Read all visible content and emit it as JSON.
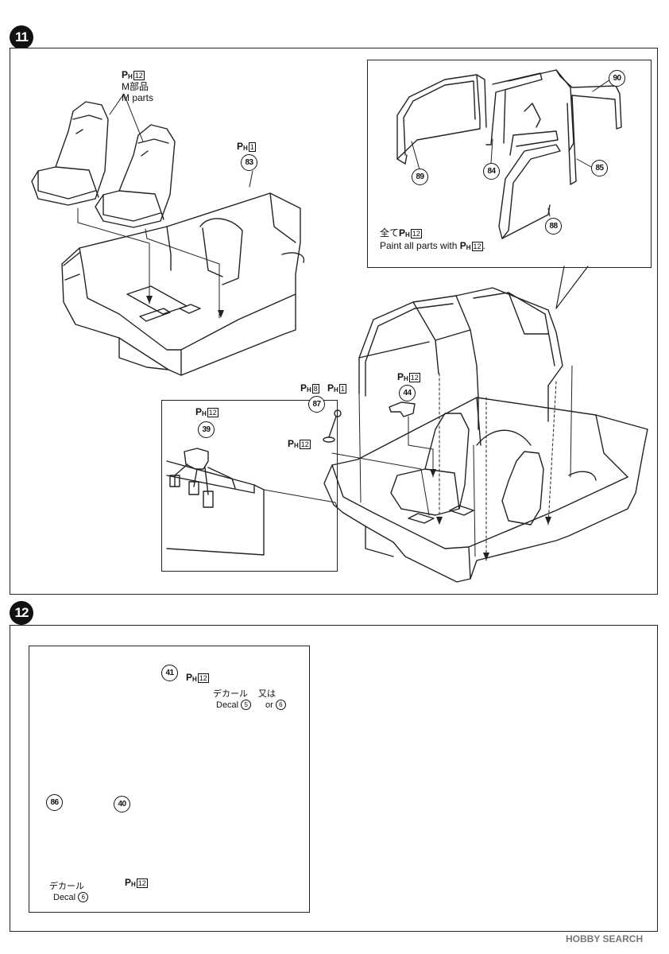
{
  "steps": [
    {
      "number": "11",
      "seats_paint": "12",
      "seats_parts_ja": "M部品",
      "seats_parts_en": "M parts",
      "body_paint": "1",
      "body_part": "83",
      "cage_parts": [
        "90",
        "89",
        "84",
        "85",
        "88"
      ],
      "cage_note_ja": "全て",
      "cage_note_paint": "12",
      "cage_note_en_prefix": "Paint all parts with",
      "cage_note_en_paint": "12",
      "pedals_paint": "12",
      "pedals_part": "39",
      "shifter_paint_a": "8",
      "shifter_paint_b": "1",
      "shifter_part": "87",
      "shifter_base_paint": "12",
      "handbrake_paint": "12",
      "handbrake_part": "44"
    },
    {
      "number": "12",
      "dash_part": "41",
      "dash_paint": "12",
      "decal_ja": "デカール",
      "decal_en": "Decal",
      "decal_num_a": "5",
      "or_ja": "又は",
      "or_en": "or",
      "decal_num_b": "6",
      "column_part": "40",
      "wheel_part": "86",
      "wheel_decal_ja": "デカール",
      "wheel_decal_en": "Decal",
      "wheel_decal_num": "6",
      "wheel_paint": "12"
    }
  ],
  "paint_prefix": "P",
  "paint_sub": "H",
  "watermark": "HOBBY SEARCH"
}
